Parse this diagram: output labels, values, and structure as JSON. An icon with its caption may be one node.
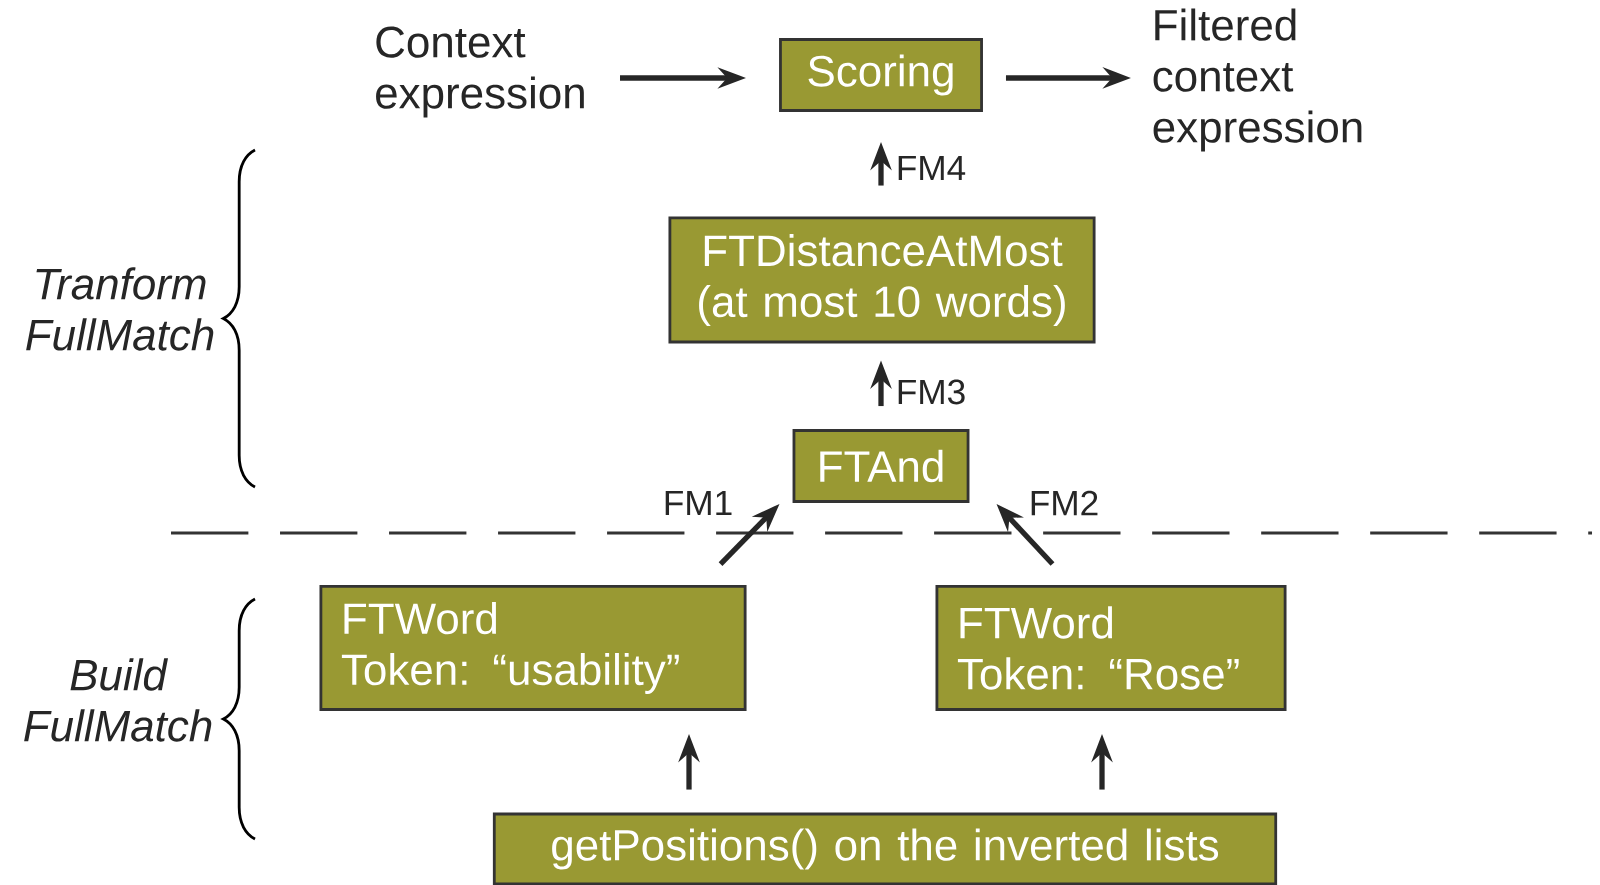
{
  "diagram": {
    "nodes": [
      {
        "text": [
          "Context expression"
        ]
      },
      {
        "text": [
          "Scoring"
        ]
      },
      {
        "text": [
          "Filtered context expression"
        ]
      },
      {
        "text": [
          "FTDistanceAtMost",
          "(at most 10 words)"
        ]
      },
      {
        "text": [
          "FTAnd"
        ]
      },
      {
        "text": [
          "FTWord",
          "Token: “usability”"
        ]
      },
      {
        "text": [
          "FTWord",
          "Token: “Rose”"
        ]
      },
      {
        "text": [
          "getPositions() on the inverted lists"
        ]
      }
    ],
    "edges": [
      {
        "from": 0,
        "to": 1,
        "arrow": "to"
      },
      {
        "from": 1,
        "to": 2,
        "arrow": "to"
      },
      {
        "from": 3,
        "to": 1,
        "arrow": "to",
        "label": "FM4"
      },
      {
        "from": 4,
        "to": 3,
        "arrow": "to",
        "label": "FM3"
      },
      {
        "from": 5,
        "to": 4,
        "arrow": "to",
        "label": "FM1"
      },
      {
        "from": 6,
        "to": 4,
        "arrow": "to",
        "label": "FM2"
      },
      {
        "from": 7,
        "to": 5,
        "arrow": "to"
      },
      {
        "from": 7,
        "to": 6,
        "arrow": "to"
      }
    ],
    "labels": [
      "Tranform FullMatch",
      "Build FullMatch"
    ]
  }
}
